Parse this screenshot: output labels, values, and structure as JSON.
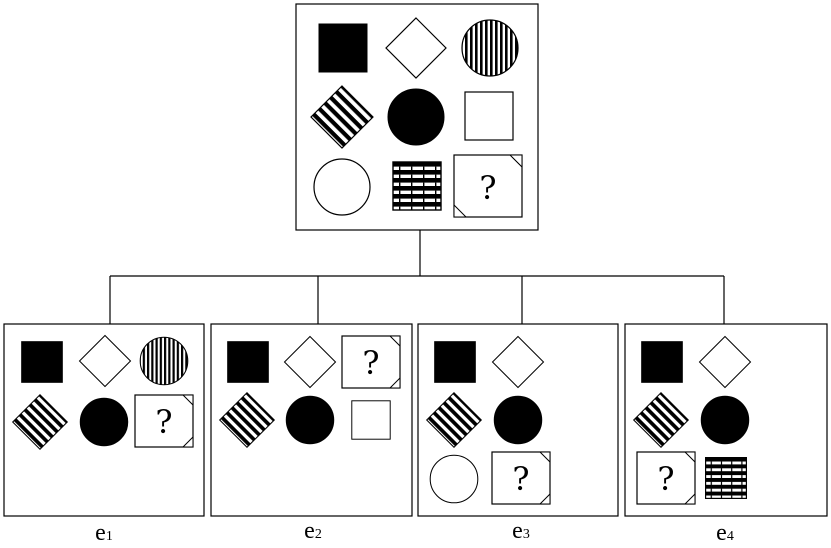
{
  "question_symbol": "?",
  "options": [
    {
      "letter": "e",
      "index": "1"
    },
    {
      "letter": "e",
      "index": "2"
    },
    {
      "letter": "e",
      "index": "3"
    },
    {
      "letter": "e",
      "index": "4"
    }
  ],
  "icons": {
    "shapes": [
      "black-square",
      "white-diamond",
      "vertical-striped-circle",
      "striped-diamond",
      "black-circle",
      "white-square",
      "white-circle",
      "brick-pattern-square",
      "question-card"
    ]
  },
  "colors": {
    "ink": "#000000",
    "paper": "#ffffff"
  }
}
